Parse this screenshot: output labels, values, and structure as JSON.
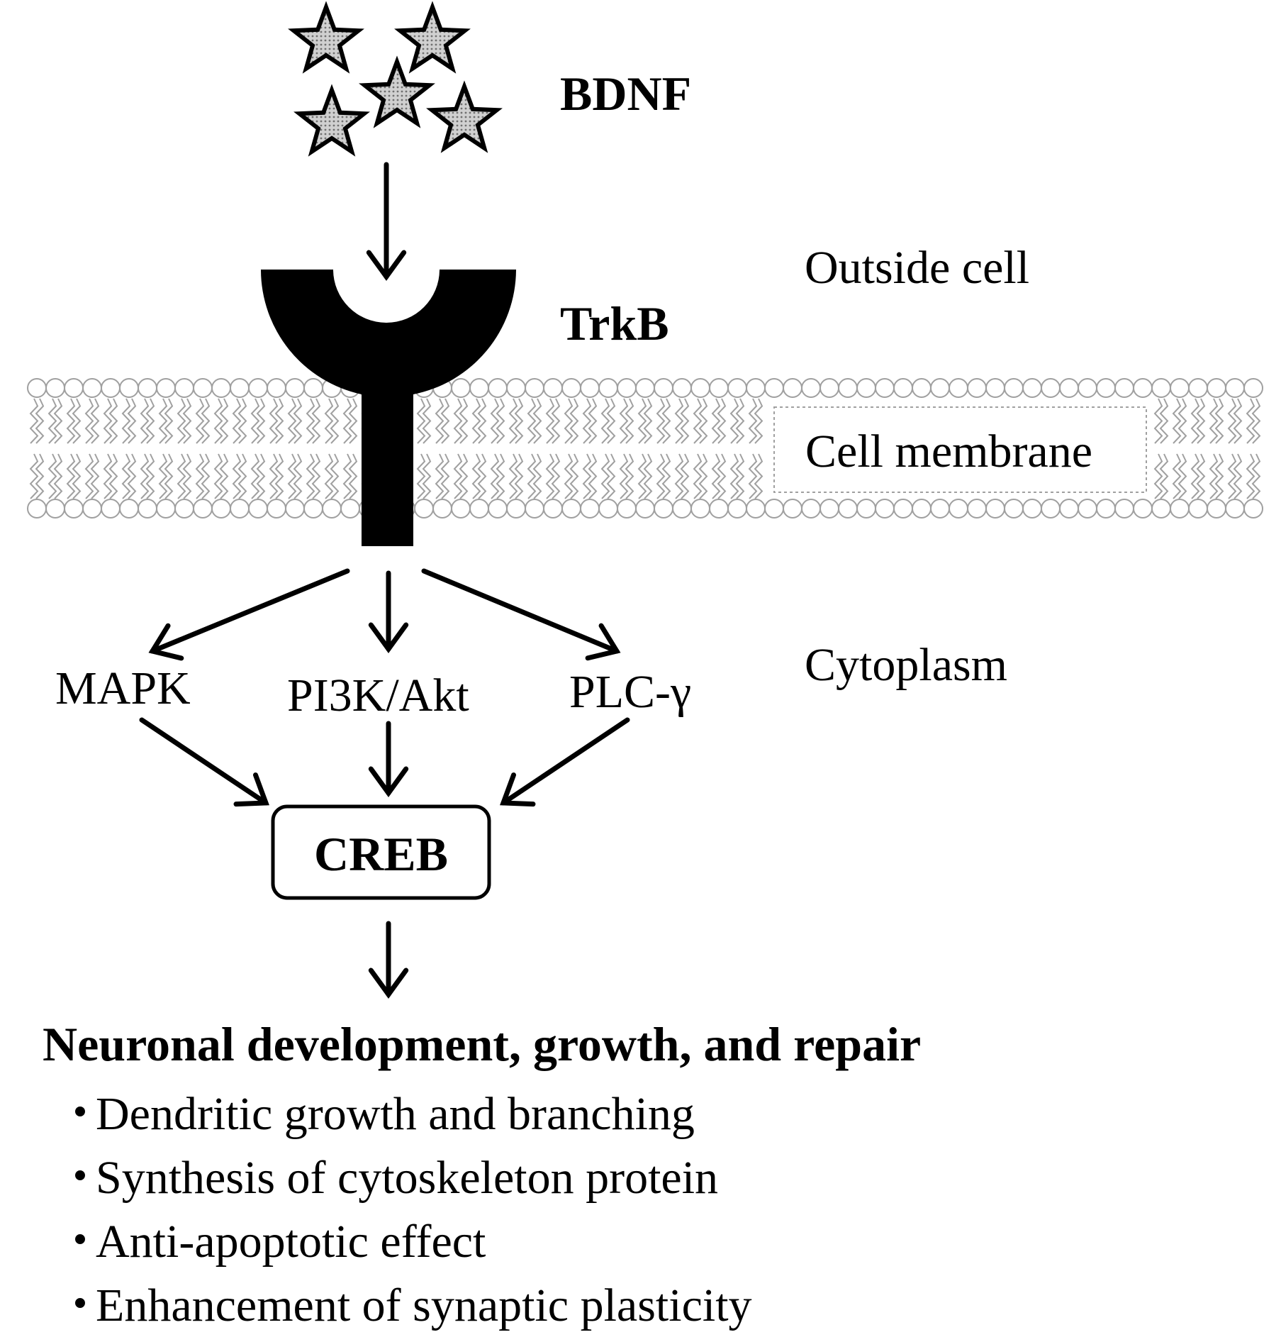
{
  "ligand": {
    "label": "BDNF"
  },
  "receptor": {
    "label": "TrkB"
  },
  "regions": {
    "outside": "Outside cell",
    "membrane": "Cell membrane",
    "cytoplasm": "Cytoplasm"
  },
  "pathways": [
    {
      "label": "MAPK"
    },
    {
      "label": "PI3K/Akt"
    },
    {
      "label": "PLC-γ"
    }
  ],
  "transcription_factor": {
    "label": "CREB"
  },
  "outcome": {
    "title": "Neuronal development, growth, and repair",
    "bullet_glyph": "・",
    "items": [
      "Dendritic growth and branching",
      "Synthesis of cytoskeleton protein",
      "Anti-apoptotic effect",
      "Enhancement of synaptic plasticity"
    ]
  },
  "colors": {
    "ink": "#000000",
    "membrane_line": "#a0a0a0",
    "star_fill": "#b8b8b8"
  }
}
